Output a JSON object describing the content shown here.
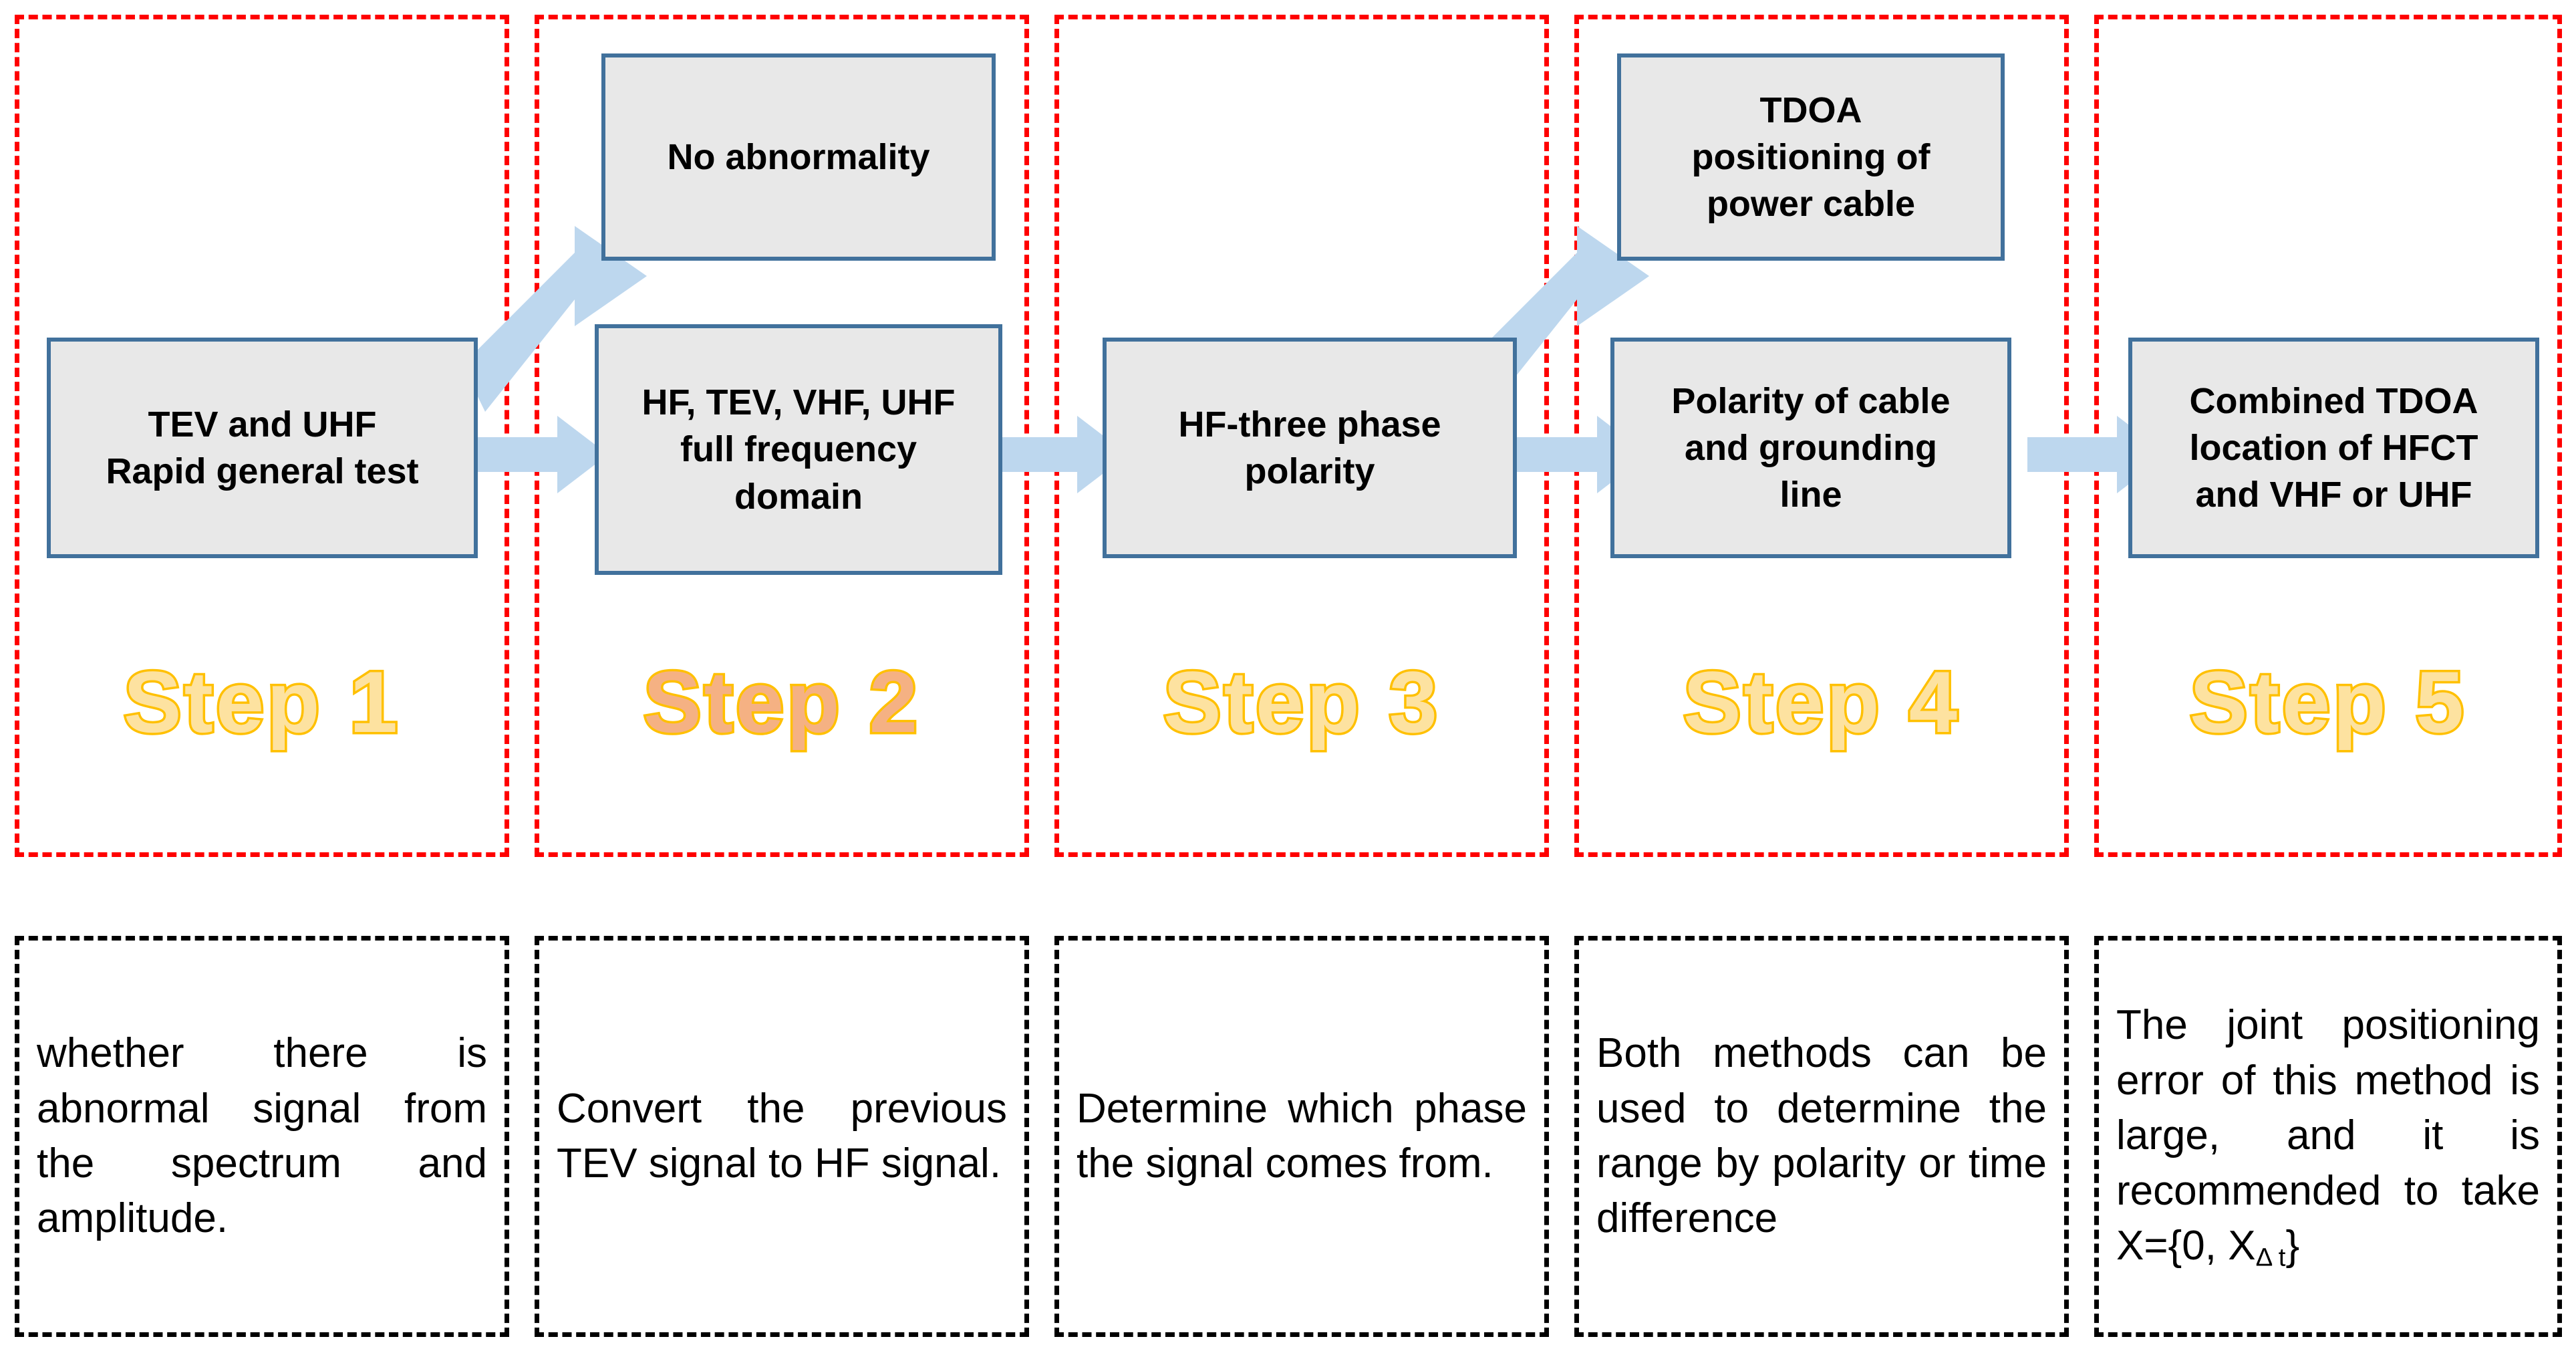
{
  "diagram": {
    "title": "Partial discharge detection step flow",
    "colors": {
      "panel_border": "#FF0000",
      "box_border": "#41719C",
      "box_fill": "#E8E8E8",
      "arrow": "#BDD7EE",
      "step_label_fill": "#FDE2A0",
      "step_label_fill_alt": "#F5B183",
      "step_label_stroke": "#FFC000",
      "desc_border": "#000000"
    }
  },
  "steps": [
    {
      "label": "Step 1",
      "boxes": [
        {
          "id": "tev-uhf-rapid-test",
          "lines": [
            "TEV and UHF",
            "Rapid general test"
          ]
        }
      ],
      "description": "whether there is abnormal signal from the spectrum and amplitude."
    },
    {
      "label": "Step 2",
      "boxes": [
        {
          "id": "no-abnormality",
          "lines": [
            "No abnormality"
          ]
        },
        {
          "id": "full-frequency-domain",
          "lines": [
            "HF, TEV, VHF, UHF",
            "full frequency",
            "domain"
          ]
        }
      ],
      "description": "Convert the previous TEV signal to HF signal."
    },
    {
      "label": "Step 3",
      "boxes": [
        {
          "id": "hf-three-phase-polarity",
          "lines": [
            "HF-three phase",
            "polarity"
          ]
        }
      ],
      "description": "Determine which phase the signal comes from."
    },
    {
      "label": "Step 4",
      "boxes": [
        {
          "id": "tdoa-power-cable",
          "lines": [
            "TDOA",
            "positioning of",
            "power cable"
          ]
        },
        {
          "id": "polarity-cable-grounding",
          "lines": [
            "Polarity of cable",
            "and grounding",
            "line"
          ]
        }
      ],
      "description": "Both methods can be used to determine the range by polarity or time difference"
    },
    {
      "label": "Step 5",
      "boxes": [
        {
          "id": "combined-tdoa-hfct",
          "lines": [
            "Combined TDOA",
            "location of HFCT",
            "and VHF or UHF"
          ]
        }
      ],
      "description_prefix": "The joint positioning error of this method is large, and it is recommended to take X={0, X",
      "description_subscript": "Δ t",
      "description_suffix": "}"
    }
  ]
}
